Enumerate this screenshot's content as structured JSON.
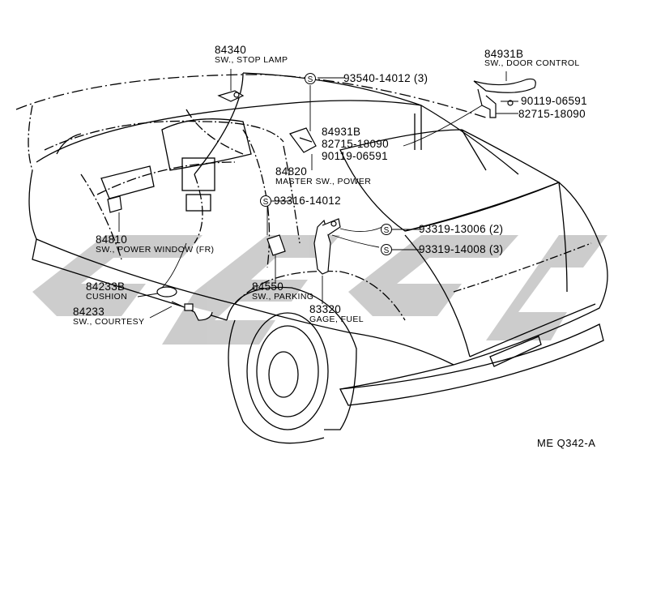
{
  "diagram": {
    "code": "ME Q342-A",
    "parts": [
      {
        "id": "p84340",
        "number": "84340",
        "description": "SW., STOP LAMP"
      },
      {
        "id": "p84931b_top",
        "number": "84931B",
        "description": "SW., DOOR CONTROL"
      },
      {
        "id": "p84931b_mid",
        "number": "84931B",
        "description": ""
      },
      {
        "id": "p84820",
        "number": "84820",
        "description": "MASTER SW., POWER"
      },
      {
        "id": "p84810",
        "number": "84810",
        "description": "SW., POWER WINDOW (FR)"
      },
      {
        "id": "p84233b",
        "number": "84233B",
        "description": "CUSHION"
      },
      {
        "id": "p84233",
        "number": "84233",
        "description": "SW., COURTESY"
      },
      {
        "id": "p84550",
        "number": "84550",
        "description": "SW., PARKING"
      },
      {
        "id": "p83320",
        "number": "83320",
        "description": "GAGE, FUEL"
      }
    ],
    "fasteners": [
      {
        "id": "f1",
        "number": "93540-14012 (3)"
      },
      {
        "id": "f2",
        "number": "90119-06591"
      },
      {
        "id": "f3",
        "number": "82715-18090"
      },
      {
        "id": "f4",
        "number": "82715-18090"
      },
      {
        "id": "f5",
        "number": "90119-06591"
      },
      {
        "id": "f6",
        "number": "93316-14012"
      },
      {
        "id": "f7",
        "number": "93319-13006 (2)"
      },
      {
        "id": "f8",
        "number": "93319-14008 (3)"
      }
    ],
    "symbols": {
      "standard_part": "S"
    },
    "watermark_color": "#bdbdbd"
  }
}
